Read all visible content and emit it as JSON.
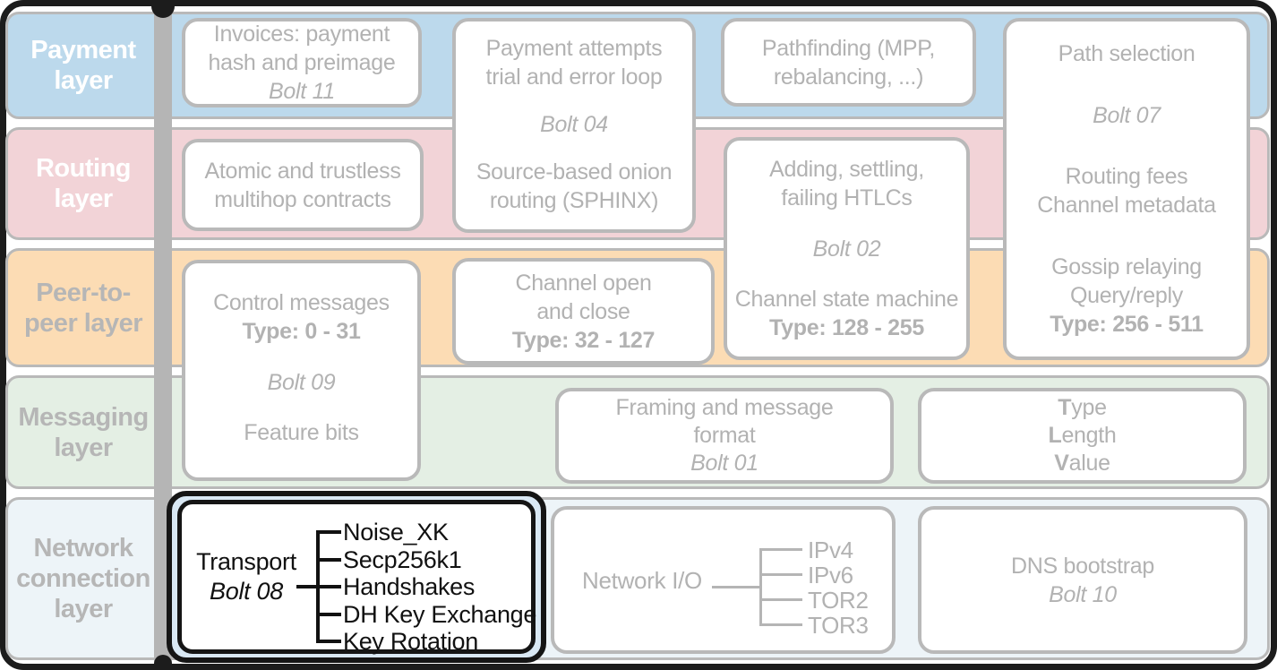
{
  "layers": [
    {
      "id": "payment",
      "label_lines": [
        "Payment",
        "layer"
      ]
    },
    {
      "id": "routing",
      "label_lines": [
        "Routing",
        "layer"
      ]
    },
    {
      "id": "p2p",
      "label_lines": [
        "Peer-to-",
        "peer layer"
      ]
    },
    {
      "id": "messaging",
      "label_lines": [
        "Messaging",
        "layer"
      ]
    },
    {
      "id": "network",
      "label_lines": [
        "Network",
        "connection",
        "layer"
      ]
    }
  ],
  "boxes": {
    "invoices": {
      "lines": [
        "Invoices: payment",
        "hash and preimage",
        "Bolt 11"
      ]
    },
    "attempts": {
      "lines": [
        "Payment attempts",
        "trial and error loop",
        "Bolt 04",
        "Source-based onion",
        "routing (SPHINX)"
      ]
    },
    "pathfinding": {
      "lines": [
        "Pathfinding (MPP,",
        "rebalancing, ...)"
      ]
    },
    "path_selection": {
      "lines": [
        "Path selection",
        "Bolt 07",
        "Routing fees",
        "Channel metadata",
        "Gossip relaying",
        "Query/reply",
        "Type: 256 - 511"
      ]
    },
    "atomic": {
      "lines": [
        "Atomic and trustless",
        "multihop contracts"
      ]
    },
    "htlc": {
      "lines": [
        "Adding, settling,",
        "failing HTLCs",
        "Bolt 02",
        "Channel state machine",
        "Type: 128 - 255"
      ]
    },
    "control": {
      "lines": [
        "Control messages",
        "Type: 0 - 31",
        "Bolt 09",
        "Feature bits"
      ]
    },
    "channel_open": {
      "lines": [
        "Channel open",
        "and close",
        "Type: 32 - 127"
      ]
    },
    "framing": {
      "lines": [
        "Framing and message",
        "format",
        "Bolt 01"
      ]
    },
    "tlv": {
      "lines": [
        "Type",
        "Length",
        "Value"
      ]
    },
    "dns": {
      "lines": [
        "DNS bootstrap",
        "Bolt 10"
      ]
    }
  },
  "transport": {
    "title": "Transport",
    "bolt": "Bolt 08",
    "items": [
      "Noise_XK",
      "Secp256k1",
      "Handshakes",
      "DH Key Exchange",
      "Key Rotation"
    ]
  },
  "network_io": {
    "title": "Network I/O",
    "items": [
      "IPv4",
      "IPv6",
      "TOR2",
      "TOR3"
    ]
  },
  "colors": {
    "payment_band": "#bcd9ec",
    "routing_band": "#f2d3d7",
    "p2p_band": "#fcdcb4",
    "messaging_band": "#e4efe4",
    "network_band": "#edf4f8",
    "highlight_fill": "#d9e8f4",
    "faded_stroke": "#b9b9b9",
    "faded_text": "#b2b2b2",
    "frame_black": "#1c1c1c"
  }
}
